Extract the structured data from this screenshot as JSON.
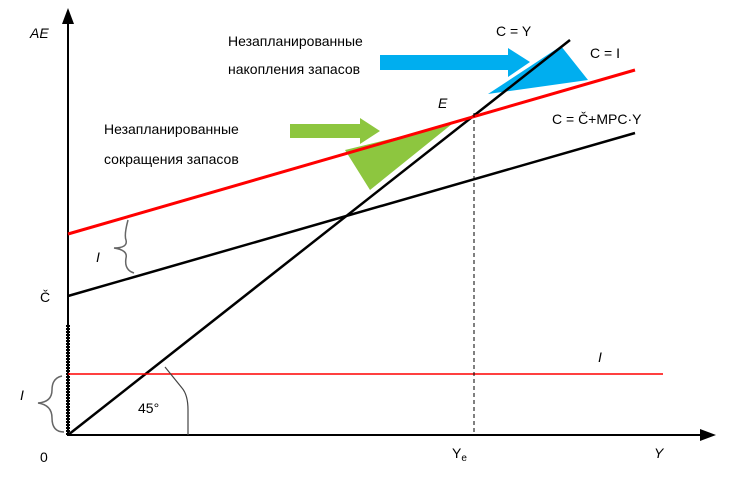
{
  "axes": {
    "y_label": "AE",
    "x_label": "Y",
    "origin": "0",
    "ye_label": "Y",
    "ye_sub": "e"
  },
  "labels": {
    "c_eq_y": "C = Y",
    "c_eq_i": "C = I",
    "consumption_fn": "C = Č+MPC·Y",
    "equilibrium": "E",
    "c_intercept": "Č",
    "investment_gap": "I",
    "investment_axis": "I",
    "investment_line": "I",
    "angle": "45°"
  },
  "annotations": {
    "unplanned_accumulation": [
      "Незапланированные",
      "накопления запасов"
    ],
    "unplanned_reduction": [
      "Незапланированные",
      "сокращения запасов"
    ]
  },
  "colors": {
    "aggregate": "#ff0000",
    "investment": "#ff0000",
    "accumulation": "#00aeef",
    "reduction": "#8dc63f",
    "line": "#000000"
  }
}
